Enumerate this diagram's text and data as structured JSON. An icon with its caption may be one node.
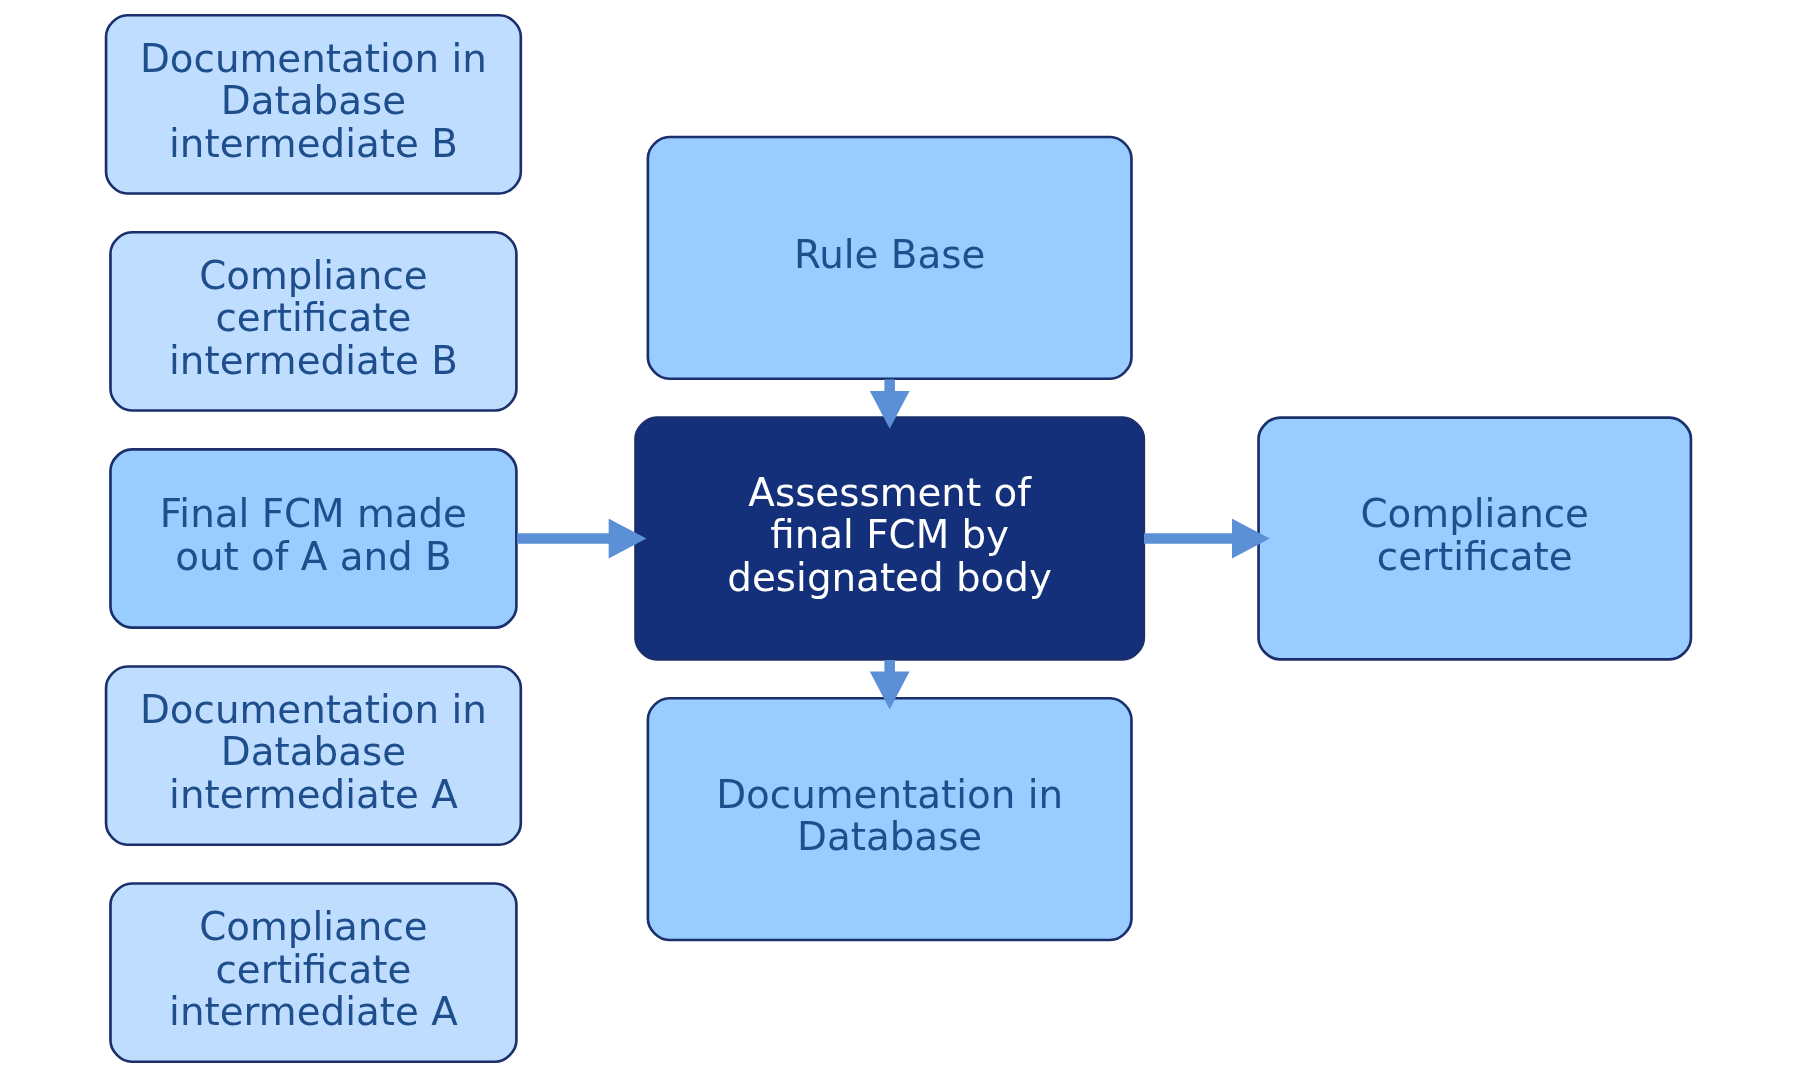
{
  "diagram": {
    "nodes": [
      {
        "text": [
          "Compliance certificate intermediate A"
        ]
      },
      {
        "text": [
          "Documentation in Database intermediate A"
        ]
      },
      {
        "text": [
          "Documentation in Database"
        ]
      },
      {
        "text": [
          "Final FCM made out of A and B"
        ]
      },
      {
        "text": [
          "Assessment of final FCM by designated body"
        ]
      },
      {
        "text": [
          "Compliance certificate"
        ]
      },
      {
        "text": [
          "Compliance certificate intermediate B"
        ]
      },
      {
        "text": [
          "Documentation in Database intermediate B"
        ]
      },
      {
        "text": [
          "Rule Base"
        ]
      }
    ],
    "edges": [
      {
        "from": 3,
        "to": 4,
        "arrow": "to"
      },
      {
        "from": 4,
        "to": 2,
        "arrow": "to"
      },
      {
        "from": 4,
        "to": 5,
        "arrow": "to"
      },
      {
        "from": 8,
        "to": 4,
        "arrow": "to"
      }
    ]
  }
}
